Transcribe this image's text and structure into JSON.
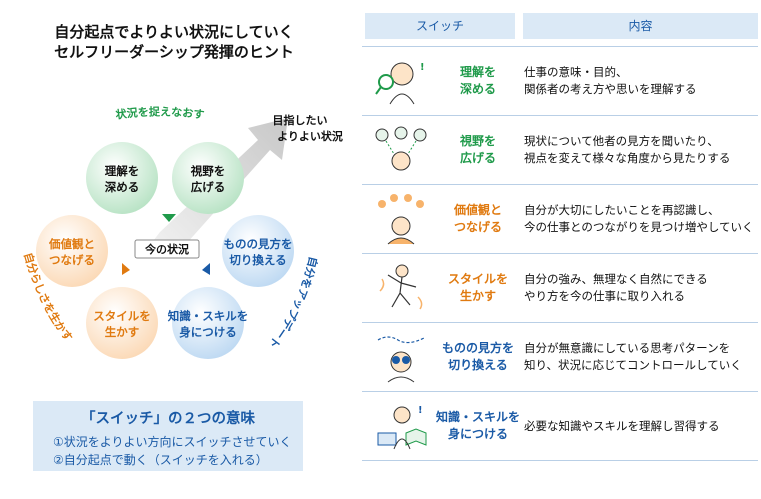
{
  "title": {
    "line1": "自分起点でよりよい状況にしていく",
    "line2": "セルフリーダーシップ発揮のヒント"
  },
  "diagram": {
    "goal_line1": "目指したい",
    "goal_line2": "よりよい状況",
    "current": "今の状況",
    "arc_top": "状況を捉えなおす",
    "arc_left": "自分らしさを生かす",
    "arc_right": "自分をアップデート",
    "circles": [
      {
        "line1": "理解を",
        "line2": "深める"
      },
      {
        "line1": "視野を",
        "line2": "広げる"
      },
      {
        "line1": "価値観と",
        "line2": "つなげる"
      },
      {
        "line1": "ものの見方を",
        "line2": "切り換える"
      },
      {
        "line1": "スタイルを",
        "line2": "生かす"
      },
      {
        "line1": "知識・スキルを",
        "line2": "身につける"
      }
    ]
  },
  "meaning": {
    "title": "「スイッチ」の２つの意味",
    "item1": "①状況をよりよい方向にスイッチさせていく",
    "item2": "②自分起点で動く（スイッチを入れる）"
  },
  "table": {
    "header_switch": "スイッチ",
    "header_content": "内容",
    "rows": [
      {
        "switch": "理解を\n深める",
        "content": "仕事の意味・目的、\n関係者の考え方や思いを理解する",
        "icon": "magnifier-person-icon"
      },
      {
        "switch": "視野を\n広げる",
        "content": "現状について他者の見方を聞いたり、\n視点を変えて様々な角度から見たりする",
        "icon": "people-views-icon"
      },
      {
        "switch": "価値観と\nつなげる",
        "content": "自分が大切にしたいことを再認識し、\n今の仕事とのつながりを見つけ増やしていく",
        "icon": "values-person-icon"
      },
      {
        "switch": "スタイルを\n生かす",
        "content": "自分の強み、無理なく自然にできる\nやり方を今の仕事に取り入れる",
        "icon": "dancing-person-icon"
      },
      {
        "switch": "ものの見方を\n切り換える",
        "content": "自分が無意識にしている思考パターンを\n知り、状況に応じてコントロールしていく",
        "icon": "binoculars-person-icon"
      },
      {
        "switch": "知識・スキルを\n身につける",
        "content": "必要な知識やスキルを理解し習得する",
        "icon": "studying-person-icon"
      }
    ]
  },
  "colors": {
    "green": "#1f9a4a",
    "orange": "#e07a10",
    "blue": "#1a5aa6",
    "header_bg": "#dbe9f6"
  }
}
